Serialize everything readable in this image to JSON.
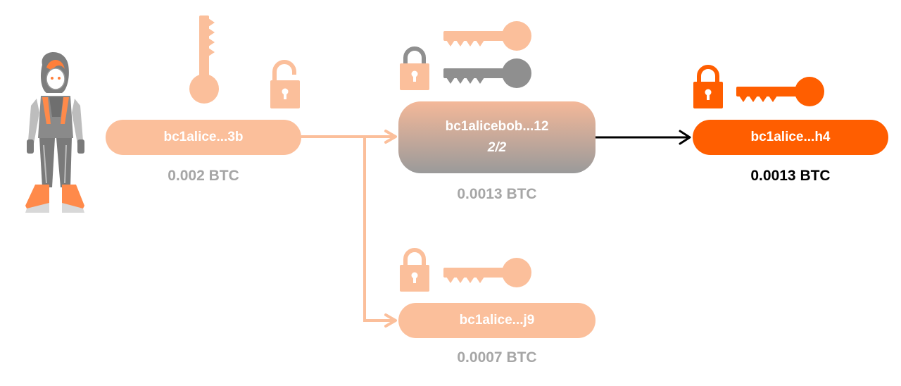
{
  "colors": {
    "faded_orange": "#fbbf9b",
    "orange": "#ff5e00",
    "gray": "#8f8f8f",
    "amount_gray": "#a6a6a6",
    "black": "#000000"
  },
  "nodes": {
    "source": {
      "address": "bc1alice...3b",
      "amount": "0.002 BTC"
    },
    "multisig": {
      "address": "bc1alicebob...12",
      "subtitle": "2/2",
      "amount": "0.0013 BTC"
    },
    "change": {
      "address": "bc1alice...j9",
      "amount": "0.0007 BTC"
    },
    "destination": {
      "address": "bc1alice...h4",
      "amount": "0.0013 BTC"
    }
  },
  "icons": {
    "avatar": "alice-character",
    "key": "key-icon",
    "lock_open": "unlocked-padlock-icon",
    "lock": "padlock-icon"
  }
}
